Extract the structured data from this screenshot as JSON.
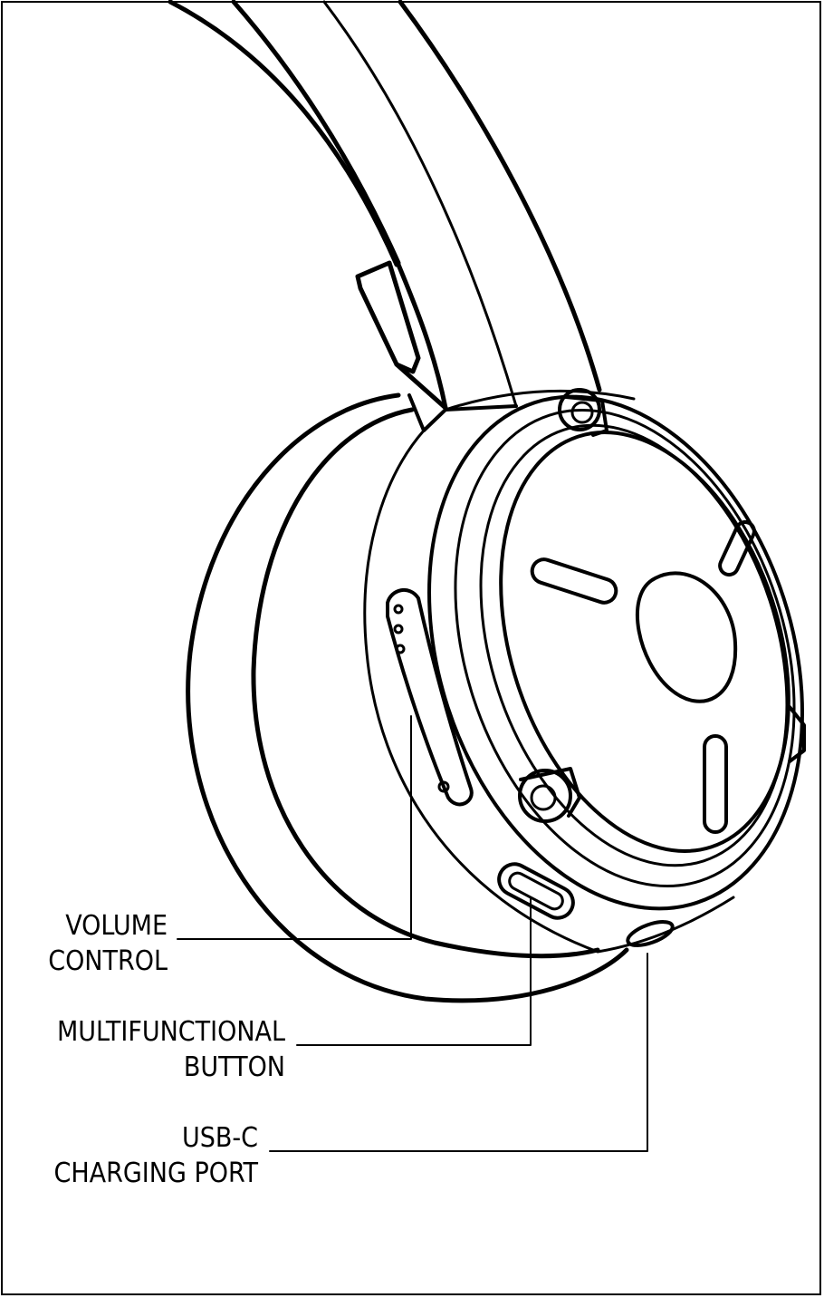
{
  "labels": {
    "volume_control": [
      "VOLUME",
      "CONTROL"
    ],
    "multifunctional_button": [
      "MULTIFUNCTIONAL",
      "BUTTON"
    ],
    "usb_c_port": [
      "USB-C",
      "CHARGING PORT"
    ]
  },
  "colors": {
    "line": "#000000",
    "background": "#ffffff"
  },
  "icons": [
    "headset-illustration"
  ]
}
